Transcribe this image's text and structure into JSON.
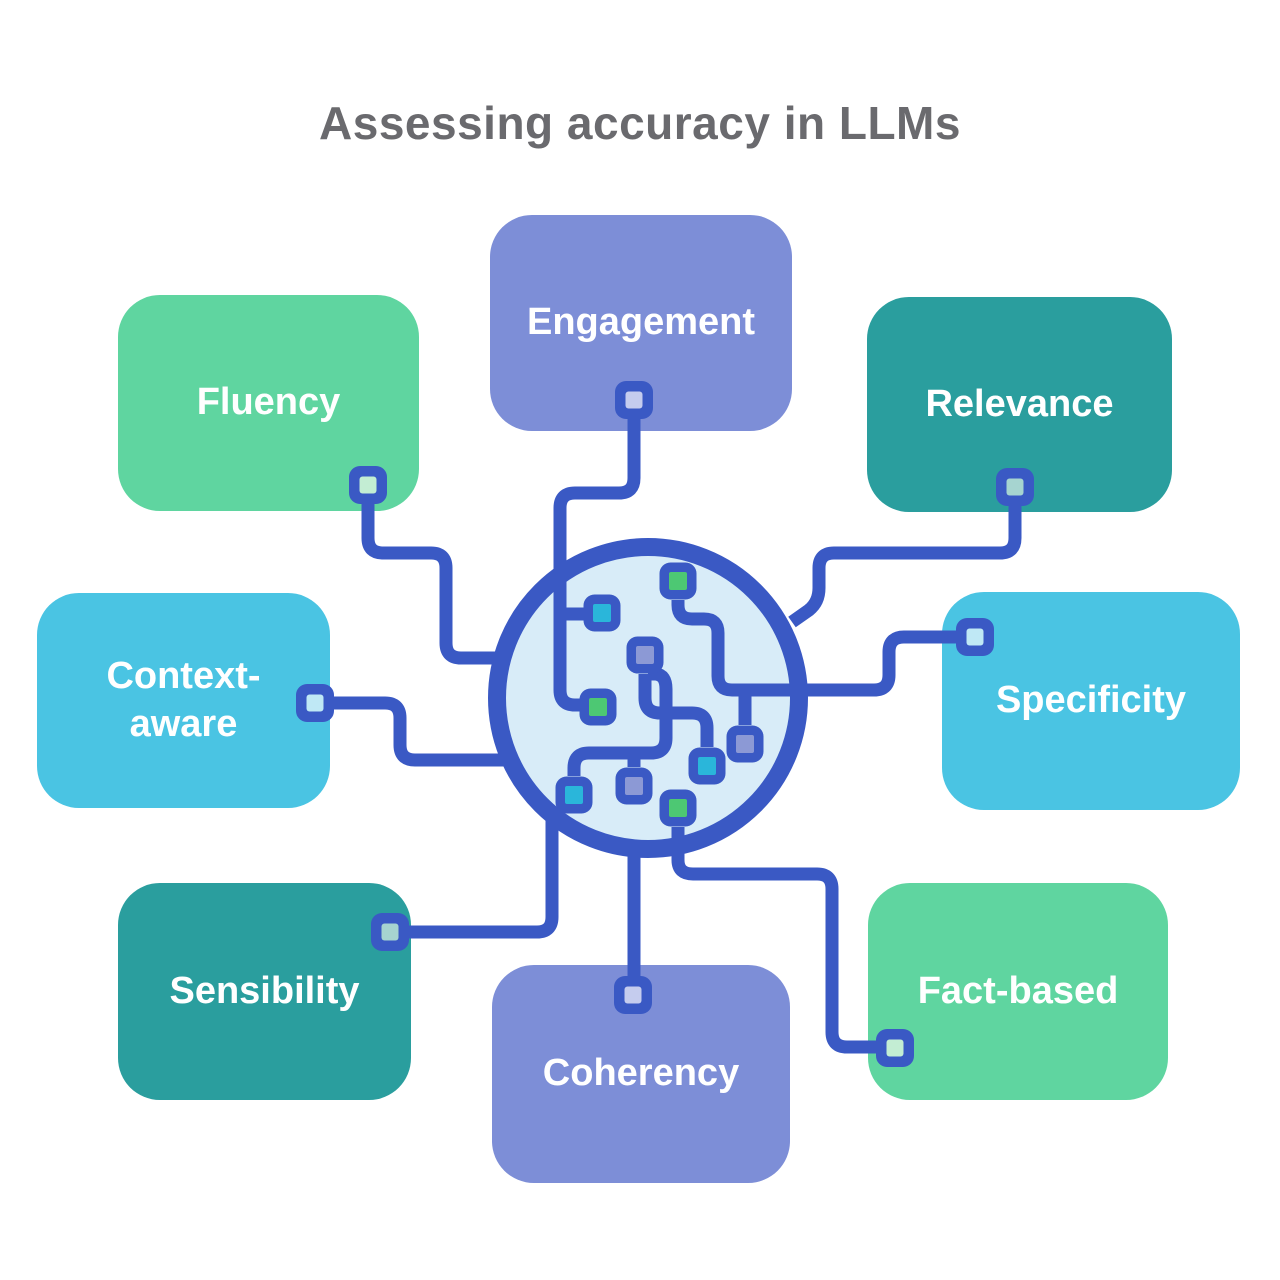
{
  "title": "Assessing accuracy in LLMs",
  "colors": {
    "title_color": "#6A6A6E",
    "line": "#3A59C4",
    "hub_fill": "#D8ECF8",
    "node_green": "#4DC873",
    "node_cyan": "#2AB6DA",
    "node_purple": "#8C99D5",
    "label_color": "#FFFFFF",
    "background": "#FFFFFF"
  },
  "hub": {
    "description": "circuit-brain hub circle with embedded chip nodes"
  },
  "nodes": [
    {
      "id": "fluency",
      "label": "Fluency",
      "color": "#5FD5A0",
      "pin_fill": "#C3EDD3"
    },
    {
      "id": "engagement",
      "label": "Engagement",
      "color": "#7D8ED7",
      "pin_fill": "#C5CCEE"
    },
    {
      "id": "relevance",
      "label": "Relevance",
      "color": "#2A9E9E",
      "pin_fill": "#A6D4D0"
    },
    {
      "id": "context_aware",
      "label": "Context-\naware",
      "color": "#4AC4E3",
      "pin_fill": "#BFE8F5"
    },
    {
      "id": "specificity",
      "label": "Specificity",
      "color": "#4AC4E3",
      "pin_fill": "#BFE8F5"
    },
    {
      "id": "sensibility",
      "label": "Sensibility",
      "color": "#2A9E9E",
      "pin_fill": "#A6D4D0"
    },
    {
      "id": "coherency",
      "label": "Coherency",
      "color": "#7D8ED7",
      "pin_fill": "#C5CCEE"
    },
    {
      "id": "fact_based",
      "label": "Fact-based",
      "color": "#5FD5A0",
      "pin_fill": "#C3EDD3"
    }
  ]
}
